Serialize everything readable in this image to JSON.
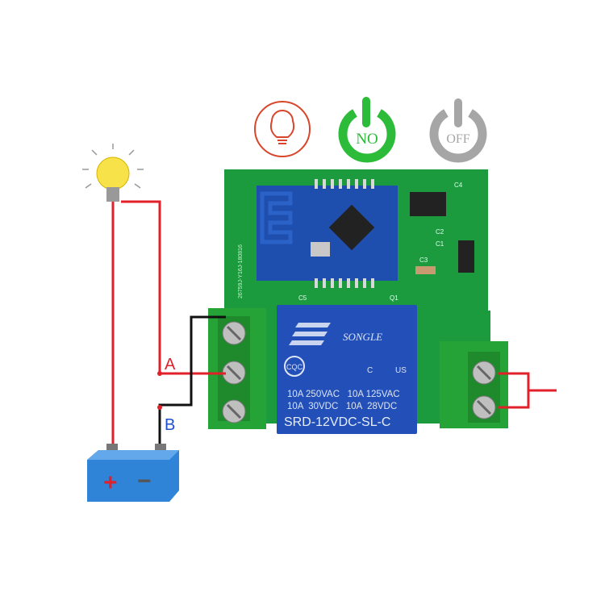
{
  "icons": {
    "bulb": {
      "name": "lightbulb-icon",
      "color": "#d9452a"
    },
    "no": {
      "name": "power-icon",
      "label": "NO",
      "color": "#2dbb3a"
    },
    "off": {
      "name": "power-icon",
      "label": "OFF",
      "color": "#a6a6a6"
    }
  },
  "board": {
    "pcb_code": "26759J-Y16J-180816",
    "silk_labels": [
      "C5",
      "Q1",
      "C3",
      "C1",
      "C2",
      "C4"
    ],
    "relay": {
      "brand": "SONGLE",
      "cert_cqc": "CQC",
      "cert_ul_c": "C",
      "cert_ul_us": "US",
      "rating_line1": "10A 250VAC   10A 125VAC",
      "rating_line2": "10A  30VDC   10A  28VDC",
      "model": "SRD-12VDC-SL-C"
    }
  },
  "wiring": {
    "terminal_a_label": "A",
    "terminal_b_label": "B",
    "red_wire": "#e2202a",
    "black_wire": "#111111",
    "battery_plus": "+",
    "battery_minus": "−"
  },
  "colors": {
    "pcb": "#1c9b3e",
    "terminal": "#26a336",
    "relay": "#2350b8",
    "module": "#1f4fae",
    "battery": "#2f84d8"
  }
}
